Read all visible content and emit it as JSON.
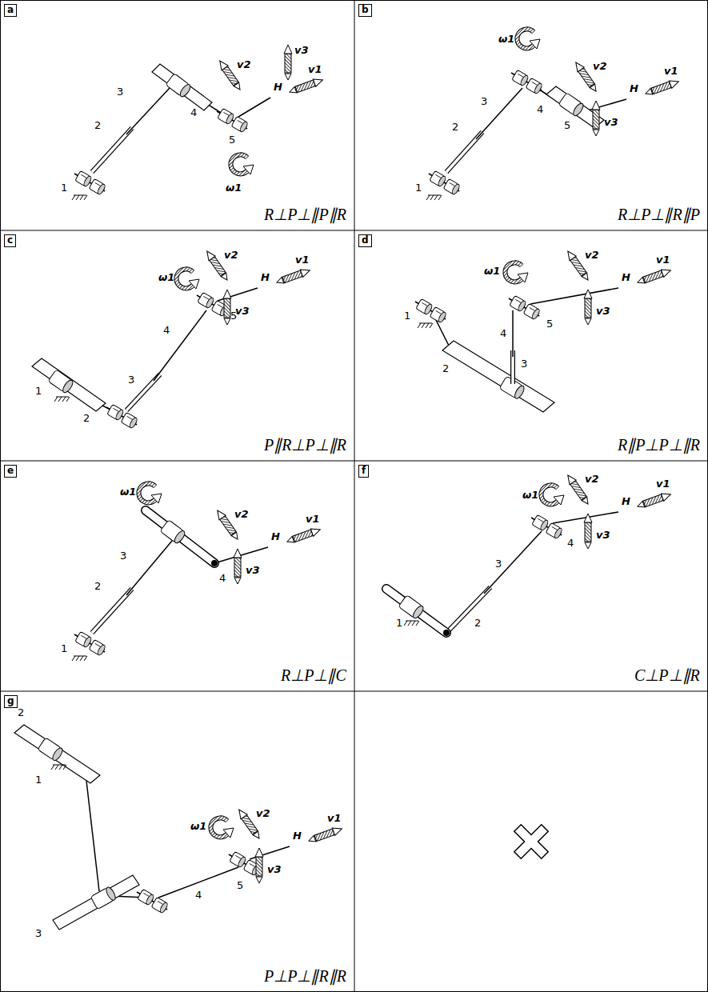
{
  "diagram": {
    "labels": [
      "a",
      "1",
      "2",
      "3",
      "4",
      "5",
      "H",
      "v1",
      "v2",
      "v3",
      "ω1",
      "R⊥P⊥∥P∥R",
      "b",
      "1",
      "2",
      "3",
      "4",
      "5",
      "H",
      "v1",
      "v2",
      "v3",
      "ω1",
      "R⊥P⊥∥R∥P",
      "c",
      "1",
      "2",
      "3",
      "4",
      "5",
      "H",
      "v1",
      "v2",
      "v3",
      "ω1",
      "P∥R⊥P⊥∥R",
      "d",
      "1",
      "2",
      "3",
      "4",
      "5",
      "H",
      "v1",
      "v2",
      "v3",
      "ω1",
      "R∥P⊥P⊥∥R",
      "e",
      "1",
      "2",
      "3",
      "4",
      "H",
      "v1",
      "v2",
      "v3",
      "ω1",
      "R⊥P⊥∥C",
      "f",
      "1",
      "2",
      "3",
      "4",
      "H",
      "v1",
      "v2",
      "v3",
      "ω1",
      "C⊥P⊥∥R",
      "g",
      "1",
      "2",
      "3",
      "4",
      "5",
      "H",
      "v1",
      "v2",
      "v3",
      "ω1",
      "P⊥P⊥∥R∥R"
    ]
  }
}
